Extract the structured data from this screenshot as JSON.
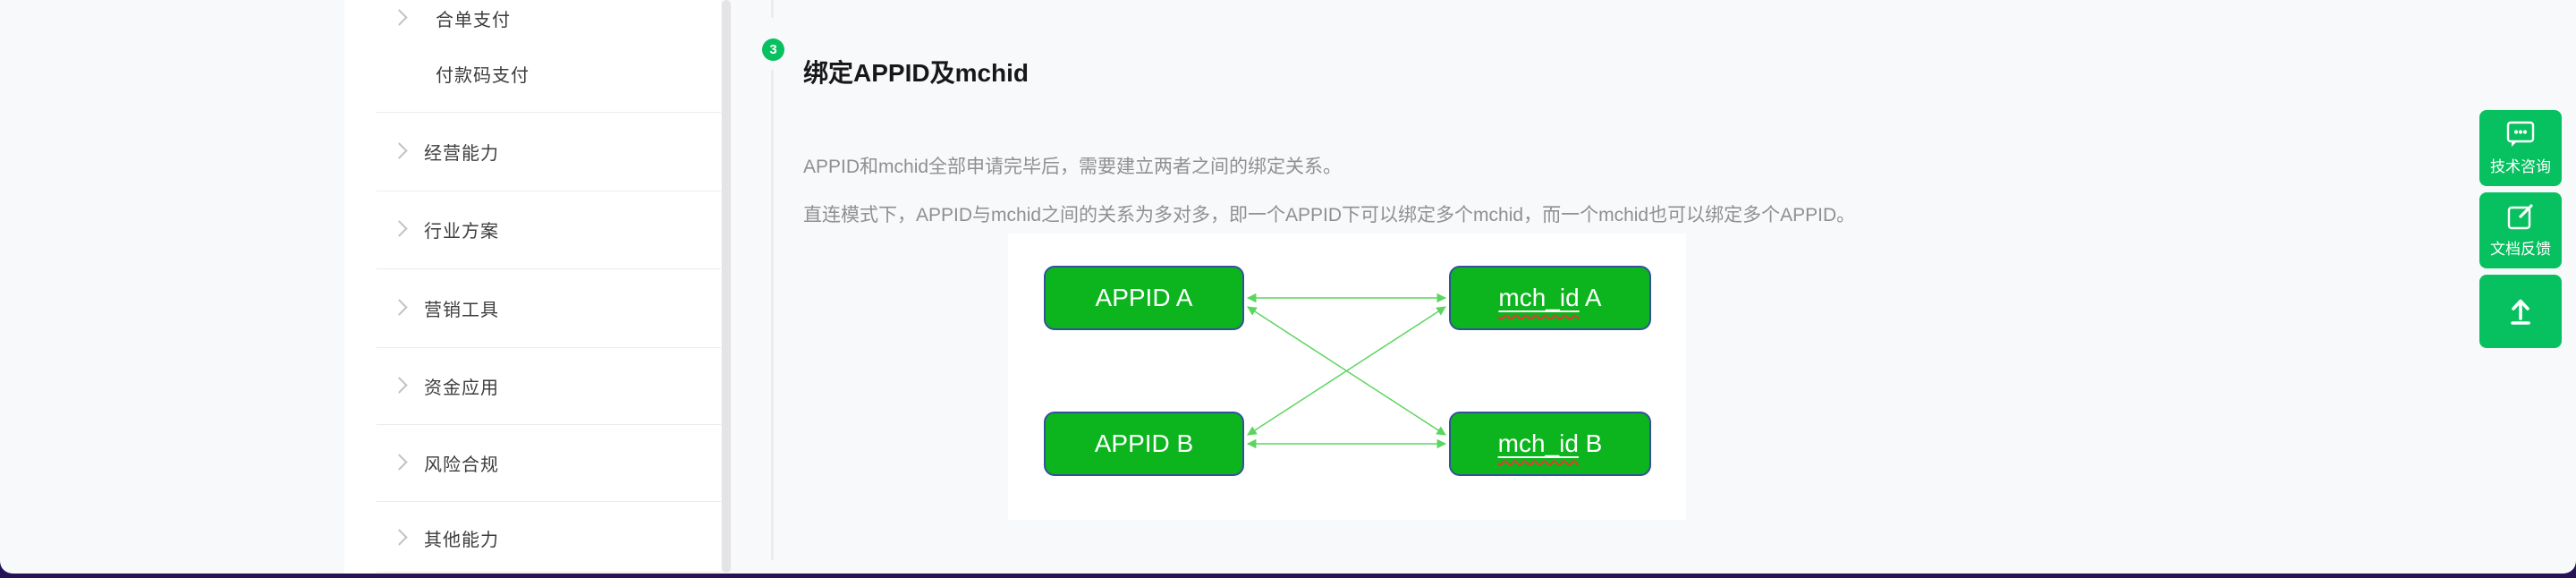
{
  "sidebar": {
    "items": [
      {
        "label": "合单支付",
        "has_chevron": true,
        "sub": true
      },
      {
        "label": "付款码支付",
        "has_chevron": false,
        "sub": true
      },
      {
        "label": "经营能力",
        "has_chevron": true,
        "sub": false
      },
      {
        "label": "行业方案",
        "has_chevron": true,
        "sub": false
      },
      {
        "label": "营销工具",
        "has_chevron": true,
        "sub": false
      },
      {
        "label": "资金应用",
        "has_chevron": true,
        "sub": false
      },
      {
        "label": "风险合规",
        "has_chevron": true,
        "sub": false
      },
      {
        "label": "其他能力",
        "has_chevron": true,
        "sub": false
      }
    ]
  },
  "content": {
    "step_number": "3",
    "heading": "绑定APPID及mchid",
    "paragraphs": [
      "APPID和mchid全部申请完毕后，需要建立两者之间的绑定关系。",
      "直连模式下，APPID与mchid之间的关系为多对多，即一个APPID下可以绑定多个mchid，而一个mchid也可以绑定多个APPID。"
    ]
  },
  "diagram": {
    "nodes": [
      {
        "id": "appid-a",
        "label": "APPID A"
      },
      {
        "id": "mchid-a",
        "prefix": "mch_id",
        "suffix": " A"
      },
      {
        "id": "appid-b",
        "label": "APPID B"
      },
      {
        "id": "mchid-b",
        "prefix": "mch_id",
        "suffix": " B"
      }
    ],
    "edges": [
      "APPID A - mch_id A",
      "APPID B - mch_id B",
      "APPID A - mch_id B",
      "APPID B - mch_id A"
    ]
  },
  "floating": {
    "buttons": [
      {
        "label": "技术咨询",
        "icon": "chat-bubble"
      },
      {
        "label": "文档反馈",
        "icon": "edit-square"
      },
      {
        "label": "",
        "icon": "upload-arrow"
      }
    ]
  },
  "colors": {
    "brand_green": "#07c160",
    "node_green": "#0cb41e",
    "node_border": "#33519b",
    "arrow_green": "#5bd55f",
    "wavy_red": "#e23b2e",
    "page_dark": "#261356",
    "panel_bg": "#f8f9fb",
    "body_text": "#909090",
    "heading_text": "#181818"
  }
}
